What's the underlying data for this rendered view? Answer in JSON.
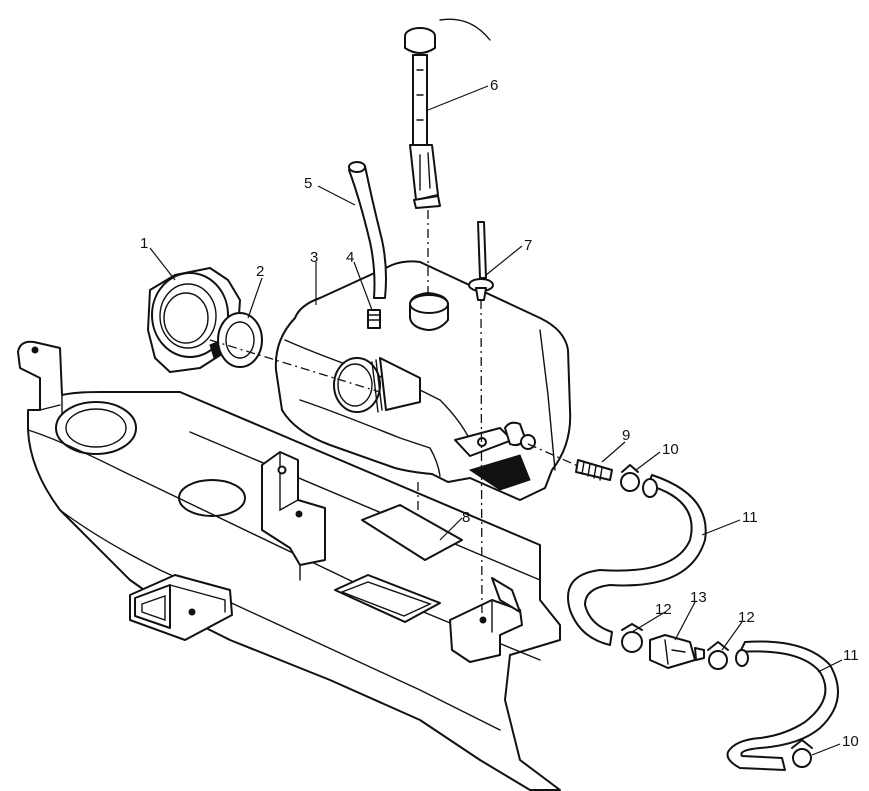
{
  "callouts": [
    {
      "id": "1",
      "label": "1"
    },
    {
      "id": "2",
      "label": "2"
    },
    {
      "id": "3",
      "label": "3"
    },
    {
      "id": "4",
      "label": "4"
    },
    {
      "id": "5",
      "label": "5"
    },
    {
      "id": "6",
      "label": "6"
    },
    {
      "id": "7",
      "label": "7"
    },
    {
      "id": "8",
      "label": "8"
    },
    {
      "id": "9",
      "label": "9"
    },
    {
      "id": "10a",
      "label": "10"
    },
    {
      "id": "11a",
      "label": "11"
    },
    {
      "id": "12a",
      "label": "12"
    },
    {
      "id": "13",
      "label": "13"
    },
    {
      "id": "12b",
      "label": "12"
    },
    {
      "id": "11b",
      "label": "11"
    },
    {
      "id": "10b",
      "label": "10"
    }
  ]
}
